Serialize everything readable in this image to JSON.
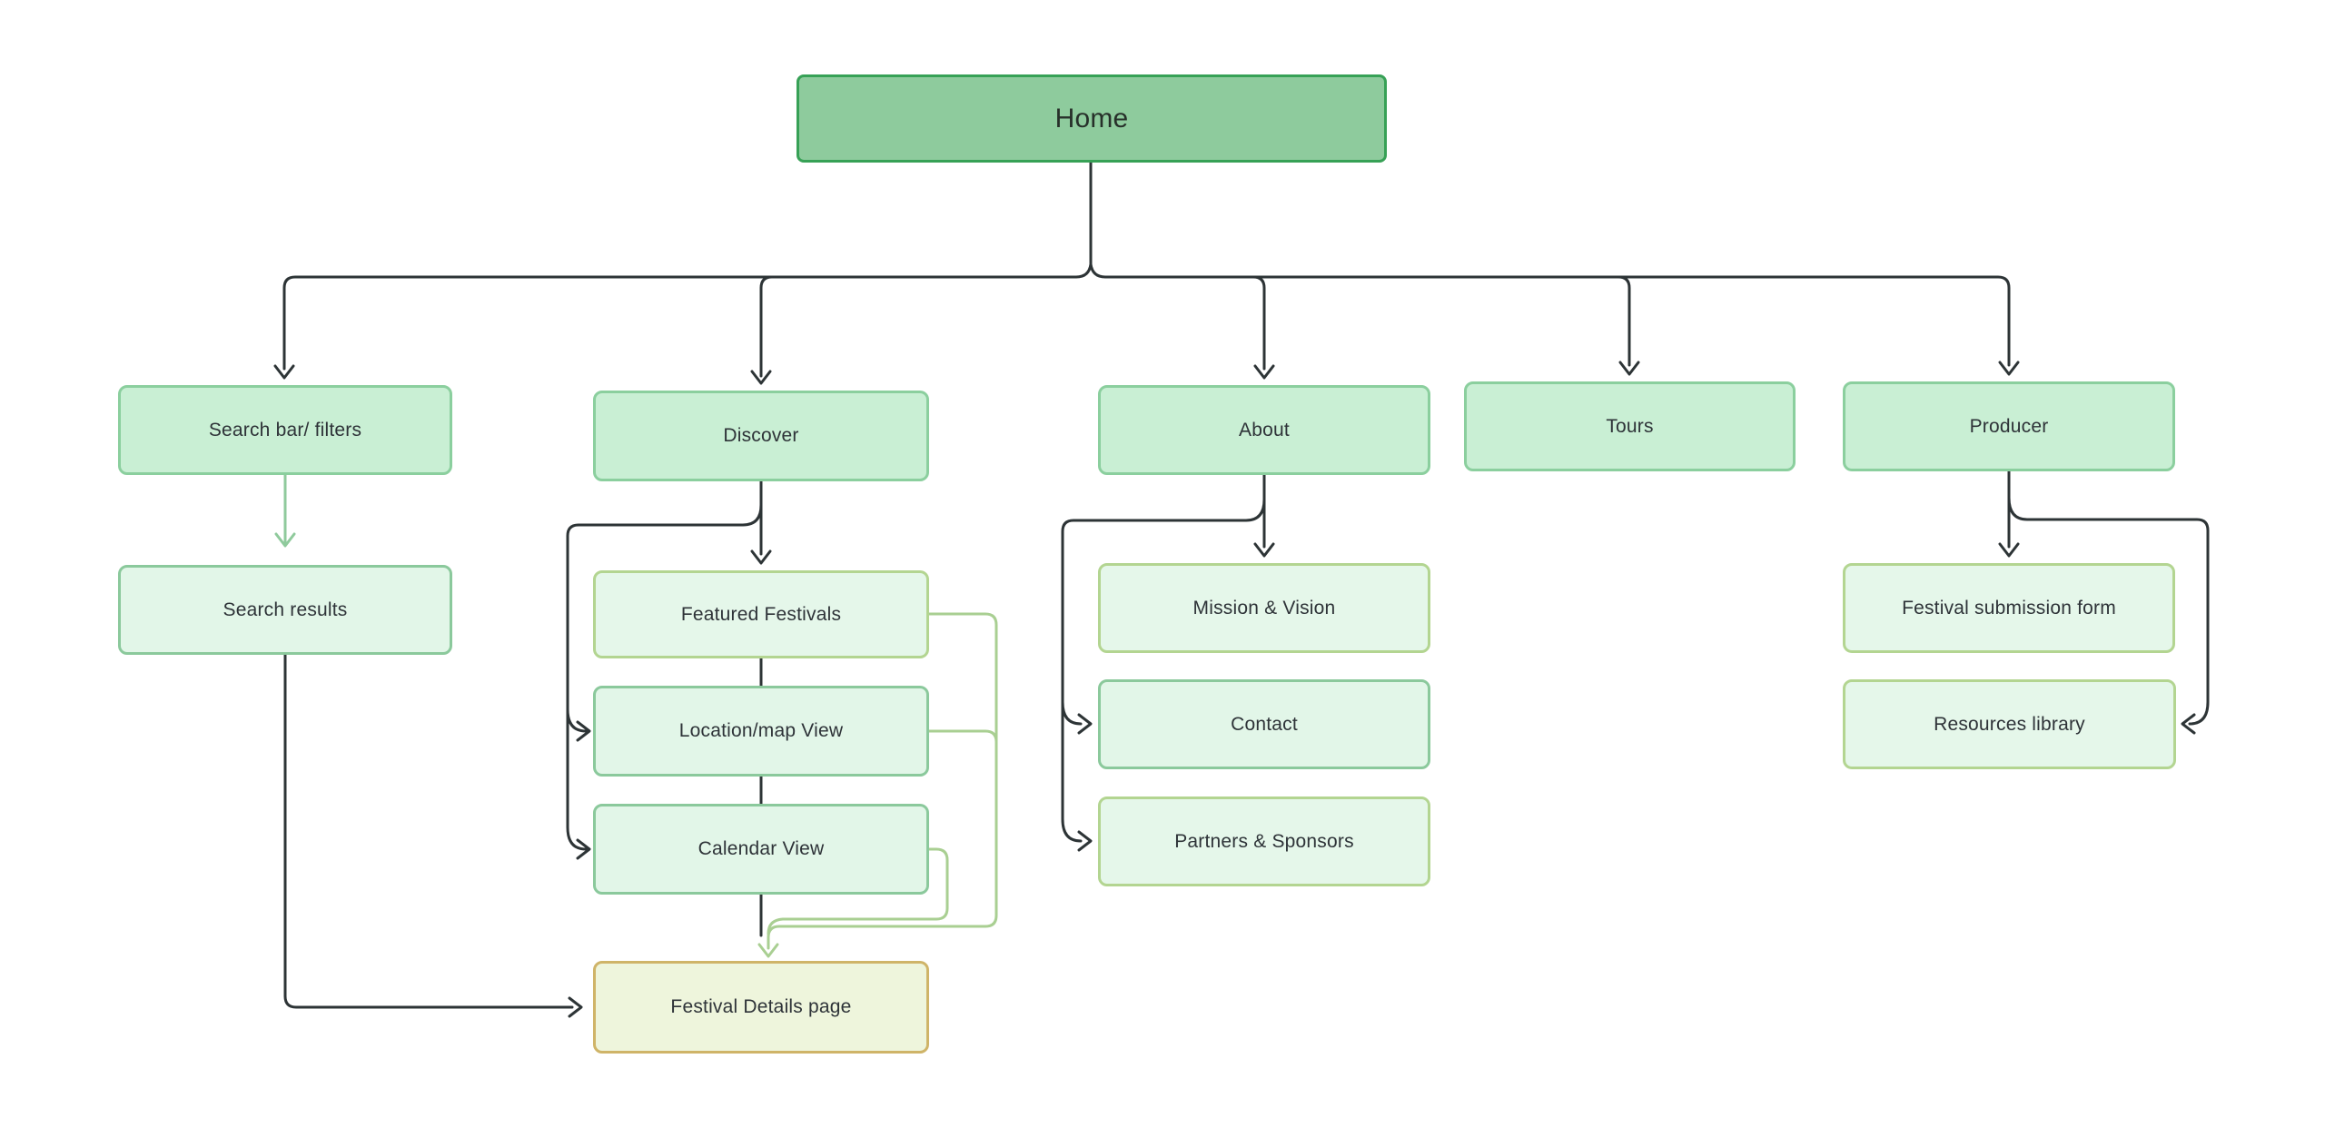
{
  "diagram": {
    "title": "Festival website sitemap flowchart",
    "nodes": {
      "home": {
        "label": "Home"
      },
      "search_bar": {
        "label": "Search bar/ filters"
      },
      "search_results": {
        "label": "Search results"
      },
      "discover": {
        "label": "Discover"
      },
      "featured_festivals": {
        "label": "Featured Festivals"
      },
      "location_map_view": {
        "label": "Location/map View"
      },
      "calendar_view": {
        "label": "Calendar View"
      },
      "festival_details": {
        "label": "Festival Details page"
      },
      "about": {
        "label": "About"
      },
      "mission_vision": {
        "label": "Mission & Vision"
      },
      "contact": {
        "label": "Contact"
      },
      "partners_sponsors": {
        "label": "Partners & Sponsors"
      },
      "tours": {
        "label": "Tours"
      },
      "producer": {
        "label": "Producer"
      },
      "festival_submission_form": {
        "label": "Festival submission form"
      },
      "resources_library": {
        "label": "Resources library"
      }
    },
    "colors": {
      "canvas_bg": "#ffffff",
      "root_fill": "#8ecb9d",
      "root_border": "#37a156",
      "branch_fill": "#c9efd4",
      "branch_border": "#8bcf9e",
      "leaf_green_fill": "#e2f6e8",
      "leaf_green_border": "#8bc99c",
      "leaf_olive_fill": "#e5f7ea",
      "leaf_olive_border": "#b3d591",
      "highlight_fill": "#eef5dc",
      "highlight_border": "#cfb468",
      "connector_dark": "#2d3436",
      "connector_green": "#8fca9c",
      "connector_olive": "#a9cf92",
      "text": "#2e3338"
    }
  }
}
